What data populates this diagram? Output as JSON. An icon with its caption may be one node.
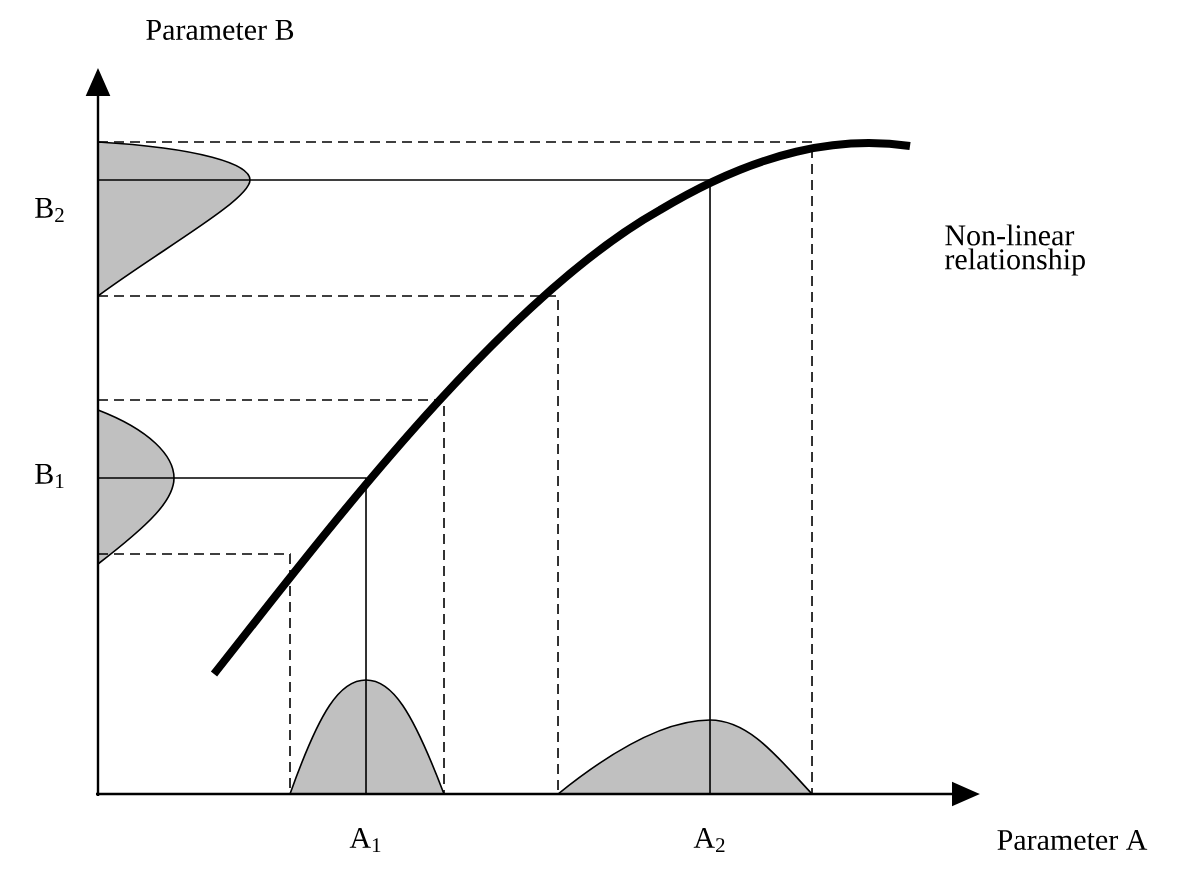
{
  "diagram": {
    "labels": [
      "Parameter B",
      "B$_{2}$",
      "Non-linear relationship",
      "B$_{1}$",
      "A$_{1}$",
      "A$_{2}$",
      "Parameter A"
    ]
  }
}
